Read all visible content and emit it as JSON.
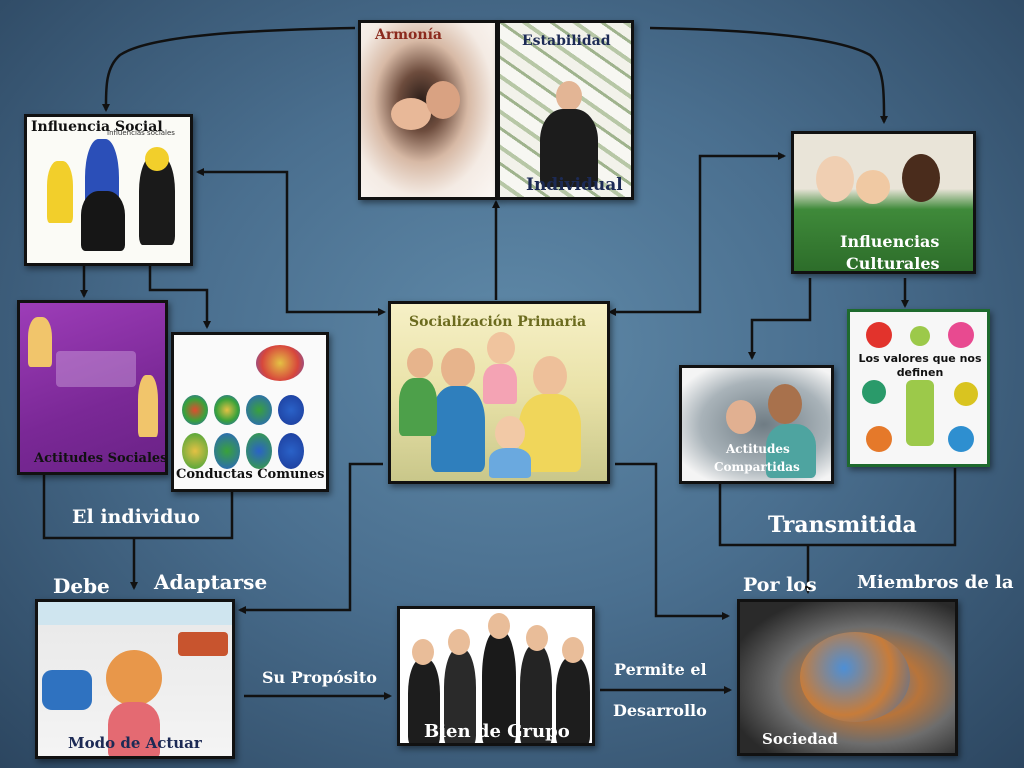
{
  "nodes": {
    "armonia": "Armonía",
    "estabilidad": "Estabilidad",
    "individual": "Individual",
    "influencia_social": "Influencia Social",
    "influencia_social_sub": "Influencias sociales",
    "influencias_culturales": [
      "Influencias",
      "Culturales"
    ],
    "actitudes_sociales": "Actitudes Sociales",
    "conductas_comunes": "Conductas Comunes",
    "socializacion_primaria": "Socialización Primaria",
    "actitudes_compartidas": [
      "Actitudes",
      "Compartidas"
    ],
    "valores_title": "Los valores que nos definen",
    "modo_de_actuar": "Modo de Actuar",
    "bien_de_grupo": "Bien de Grupo",
    "sociedad": "Sociedad"
  },
  "captions": {
    "el_individuo": "El individuo",
    "debe": "Debe",
    "adaptarse": "Adaptarse",
    "su_proposito": "Su Propósito",
    "permite_el": "Permite el",
    "desarrollo": "Desarrollo",
    "transmitida": "Transmitida",
    "por_los": "Por los",
    "miembros_de_la": "Miembros de la"
  },
  "colors": {
    "line": "#111111",
    "label_dark": "#1c2a55",
    "label_red": "#8b2a1e",
    "label_olive": "#6b6b1e",
    "caption": "#ffffff"
  }
}
